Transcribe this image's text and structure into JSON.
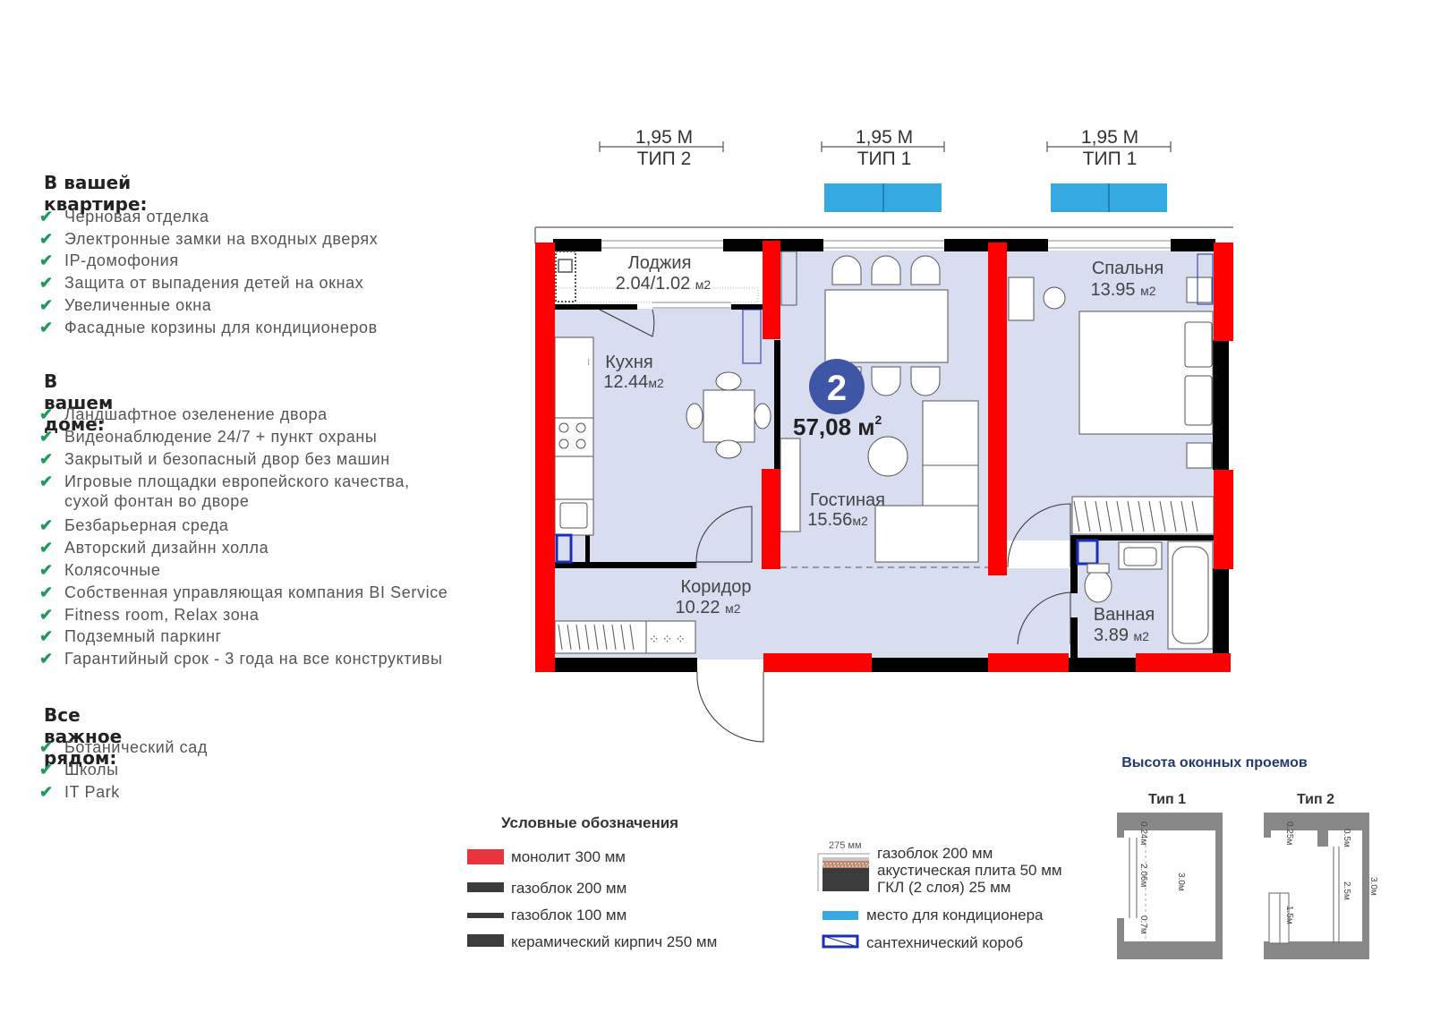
{
  "features": {
    "apartment": {
      "title": "В вашей квартире:",
      "items": [
        "Черновая отделка",
        "Электронные замки на входных дверях",
        "IP-домофония",
        "Защита от выпадения детей на окнах",
        "Увеличенные окна",
        "Фасадные корзины для кондиционеров"
      ]
    },
    "house": {
      "title": "В вашем доме:",
      "items": [
        "Ландшафтное озеленение двора",
        "Видеонаблюдение 24/7 + пункт охраны",
        "Закрытый и безопасный двор без машин",
        "Игровые площадки европейского качества,\nсухой фонтан во дворе",
        "Безбарьерная среда",
        "Авторский дизайнн холла",
        "Колясочные",
        "Собственная управляющая компания BI Service",
        "Fitness room, Relax зона",
        "Подземный паркинг",
        "Гарантийный срок - 3 года на все конструктивы"
      ]
    },
    "nearby": {
      "title": "Все важное рядом:",
      "items": [
        "Ботанический сад",
        "Школы",
        "IT Park"
      ]
    }
  },
  "check_glyph": "✔",
  "windows": [
    {
      "width": "1,95 М",
      "type": "ТИП 2"
    },
    {
      "width": "1,95 М",
      "type": "ТИП 1"
    },
    {
      "width": "1,95 М",
      "type": "ТИП 1"
    }
  ],
  "rooms": {
    "loggia": {
      "name": "Лоджия",
      "area": "2.04/1.02",
      "unit": "м2"
    },
    "kitchen": {
      "name": "Кухня",
      "area": "12.44",
      "unit": "м2"
    },
    "bedroom": {
      "name": "Спальня",
      "area": "13.95",
      "unit": "м2"
    },
    "living": {
      "name": "Гостиная",
      "area": "15.56",
      "unit": "м2"
    },
    "corridor": {
      "name": "Коридор",
      "area": "10.22",
      "unit": "м2"
    },
    "bathroom": {
      "name": "Ванная",
      "area": "3.89",
      "unit": "м2"
    }
  },
  "apartment": {
    "rooms_count": "2",
    "total_area": "57,08 м",
    "area_sup": "2"
  },
  "legend": {
    "title": "Условные обозначения",
    "items": [
      {
        "label": "монолит 300 мм",
        "color": "#e8343c"
      },
      {
        "label": "газоблок 200 мм",
        "color": "#3c3c3c"
      },
      {
        "label": "газоблок 100 мм",
        "color": "#3c3c3c"
      },
      {
        "label": "керамический кирпич 250 мм",
        "color": "#3c3c3c"
      }
    ],
    "composite": {
      "dim": "275 мм",
      "lines": [
        "газоблок 200 мм",
        "акустическая плита 50 мм",
        "ГКЛ (2 слоя) 25 мм"
      ]
    },
    "ac": {
      "label": "место для кондиционера",
      "color": "#3aa8e0"
    },
    "duct": {
      "label": "сантехнический короб",
      "color": "#1b2fb4"
    }
  },
  "window_heights": {
    "title": "Высота оконных проемов",
    "type1": {
      "label": "Тип 1",
      "top": "0.24м",
      "mid": "2.06м",
      "bottom": "0.7м",
      "total": "3.0м"
    },
    "type2": {
      "label": "Тип 2",
      "top": "0.25м",
      "right_top": "0.5м",
      "mid": "2.5м",
      "sill": "1.5м",
      "total": "3.0м"
    }
  },
  "colors": {
    "monolith": "#ff0000",
    "wall": "#000000",
    "floor": "#d9ddf0",
    "ac": "#35a9e1",
    "badge": "#3f56a6",
    "check": "#1e9a5a"
  }
}
